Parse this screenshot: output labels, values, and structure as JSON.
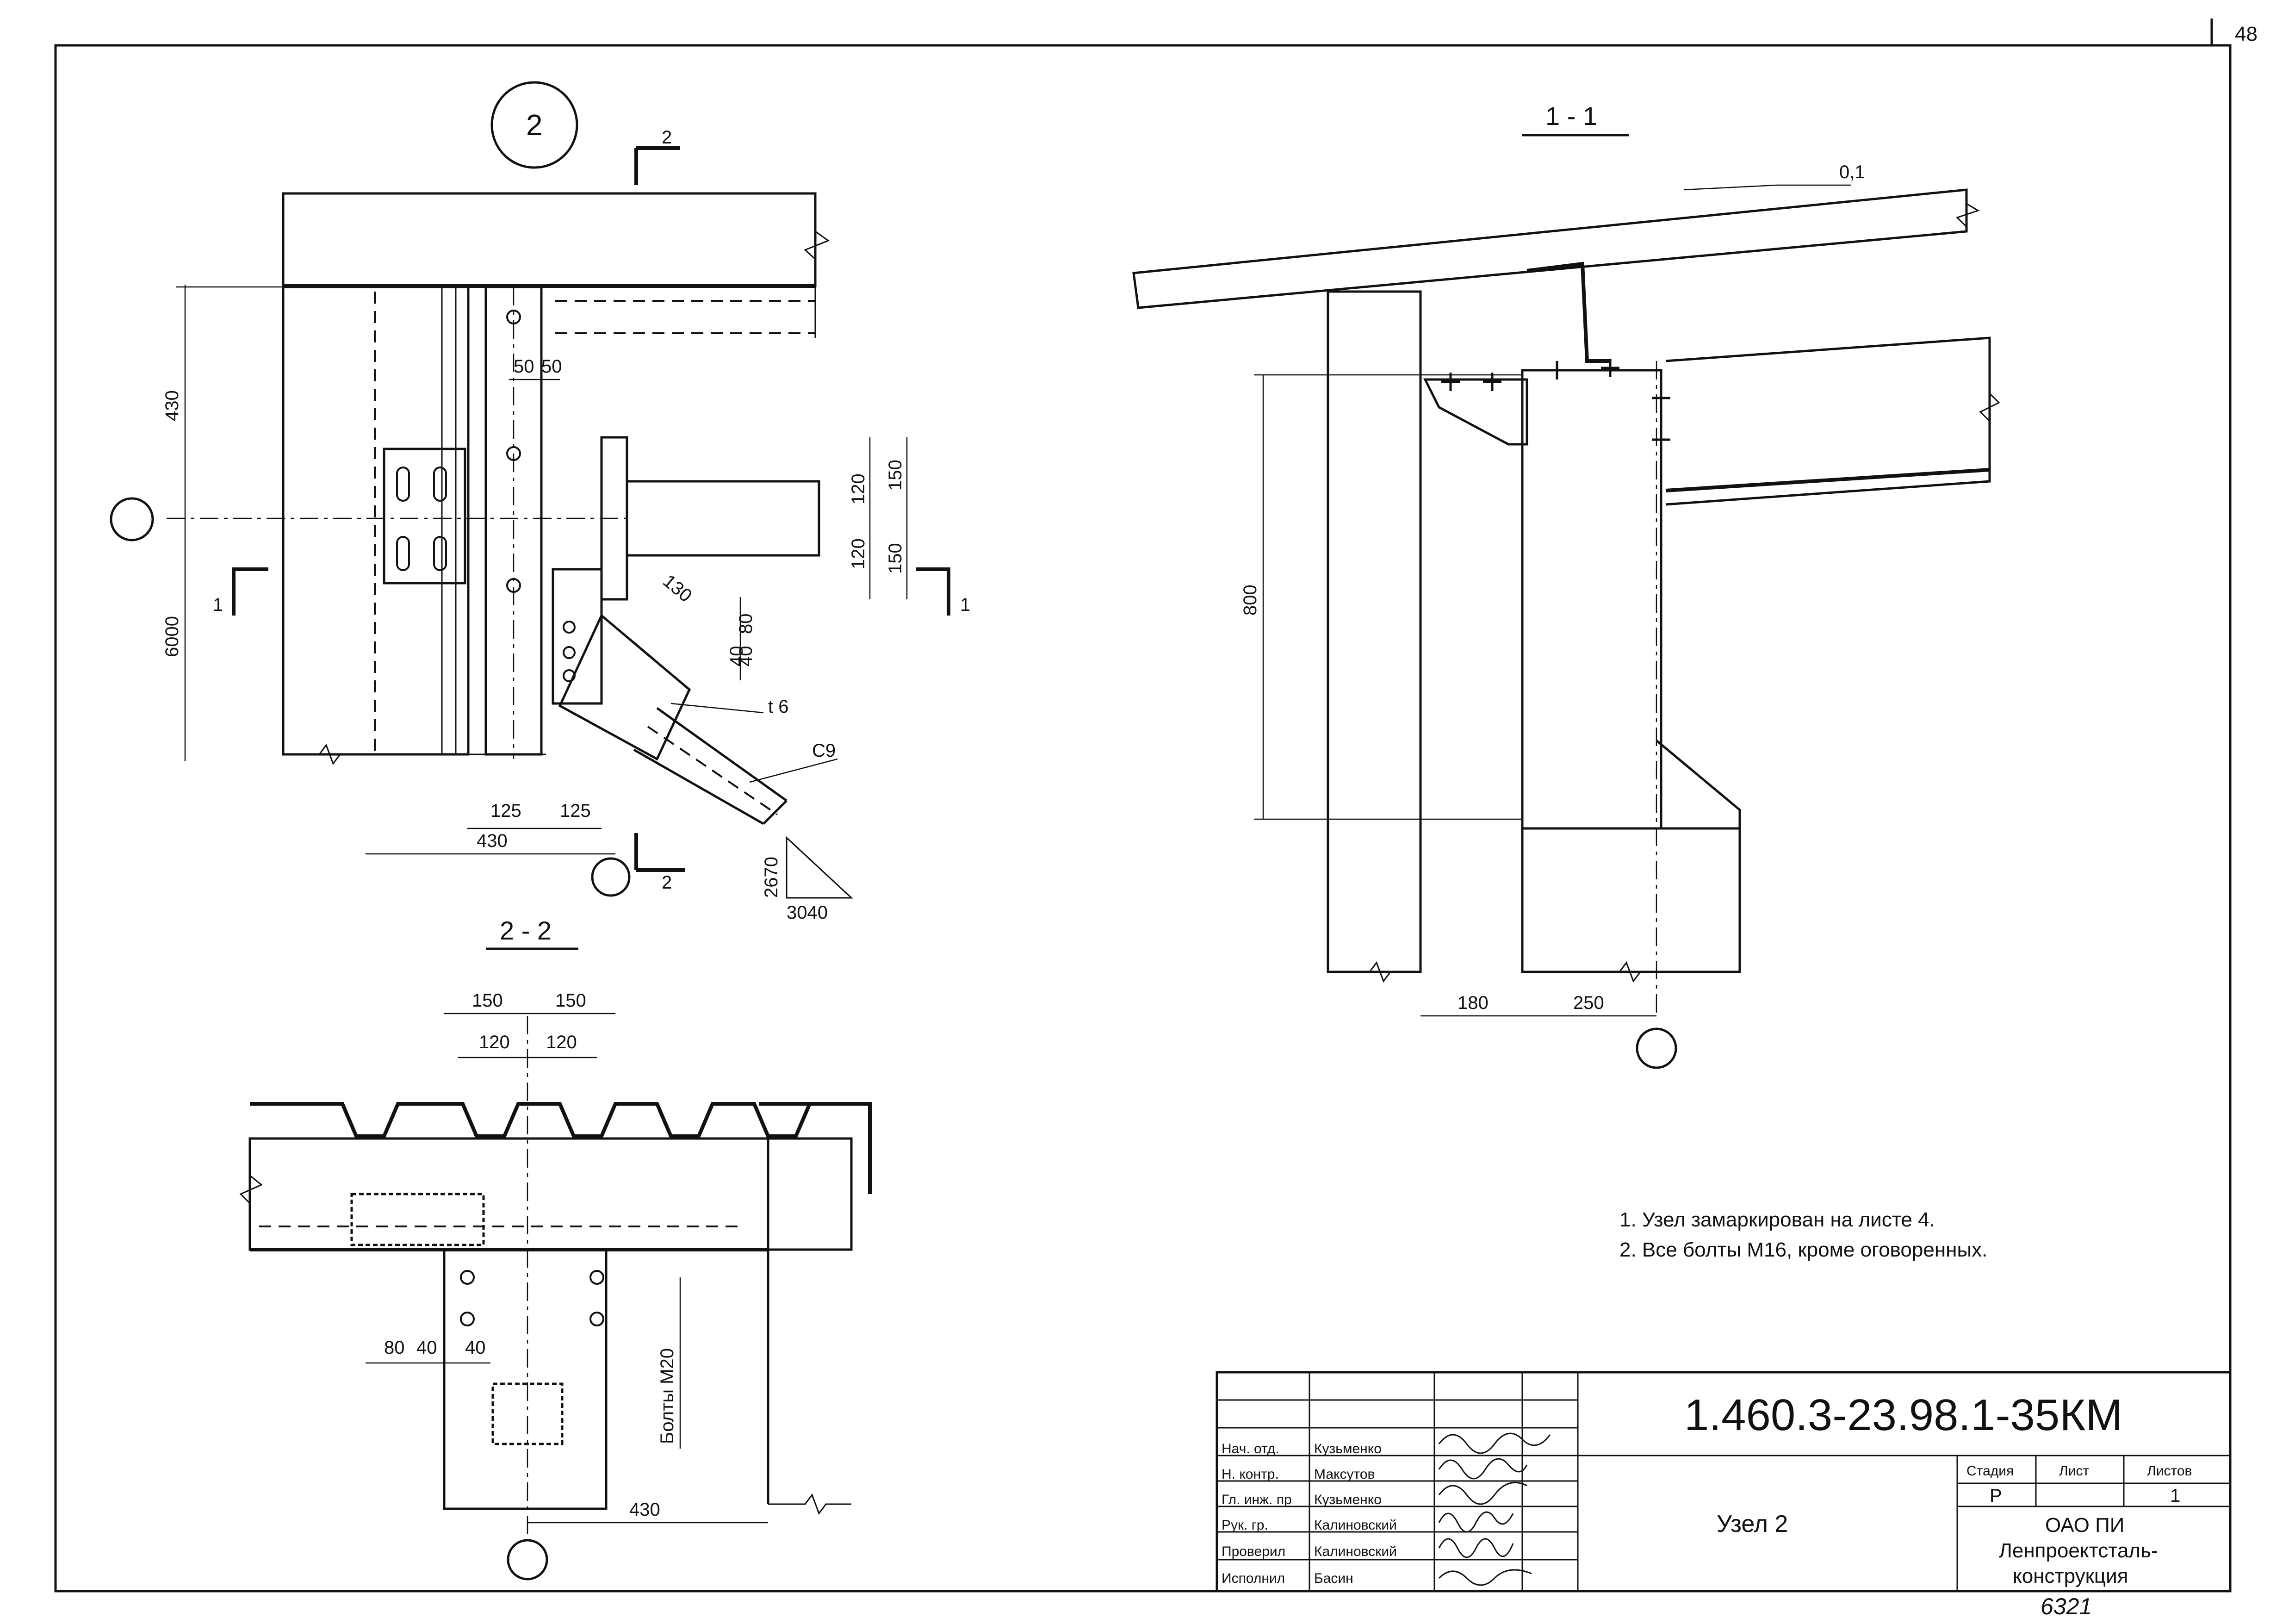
{
  "sheet": {
    "page_number": "48"
  },
  "node_view": {
    "marker": "2",
    "section_cut_2_label": "2",
    "section_cut_1_label": "1",
    "dims": {
      "d430_vert": "430",
      "d6000": "6000",
      "d50a": "50",
      "d50b": "50",
      "d120a": "120",
      "d120b": "120",
      "d150a": "150",
      "d150b": "150",
      "d130": "130",
      "d80": "80",
      "d40a": "40",
      "d40b": "40",
      "d125a": "125",
      "d125b": "125",
      "d430_horiz": "430",
      "slope_a": "2670",
      "slope_b": "3040"
    },
    "labels": {
      "plate": "t 6",
      "channel": "C9"
    }
  },
  "section_2_2": {
    "title": "2 - 2",
    "dims": {
      "d150a": "150",
      "d150b": "150",
      "d120a": "120",
      "d120b": "120",
      "d80": "80",
      "d40a": "40",
      "d40b": "40",
      "d430": "430"
    },
    "bolts_label": "Болты М20"
  },
  "section_1_1": {
    "title": "1 - 1",
    "slope": "0,1",
    "dims": {
      "d800": "800",
      "d180": "180",
      "d250": "250"
    }
  },
  "notes": [
    "1. Узел замаркирован на листе 4.",
    "2. Все болты М16, кроме оговоренных."
  ],
  "title_block": {
    "doc_code": "1.460.3-23.98.1-35КМ",
    "sheet_name": "Узел 2",
    "stage_label": "Стадия",
    "sheet_label": "Лист",
    "sheets_label": "Листов",
    "stage": "Р",
    "sheet_no": "",
    "sheets_total": "1",
    "org_line1": "ОАО ПИ",
    "org_line2": "Ленпроектсталь-",
    "org_line3": "конструкция",
    "archive_no": "6321",
    "signatures": [
      {
        "role": "Нач. отд.",
        "name": "Кузьменко"
      },
      {
        "role": "Н. контр.",
        "name": "Максутов"
      },
      {
        "role": "Гл. инж. пр",
        "name": "Кузьменко"
      },
      {
        "role": "Рук. гр.",
        "name": "Калиновский"
      },
      {
        "role": "Проверил",
        "name": "Калиновский"
      },
      {
        "role": "Исполнил",
        "name": "Басин"
      }
    ]
  }
}
